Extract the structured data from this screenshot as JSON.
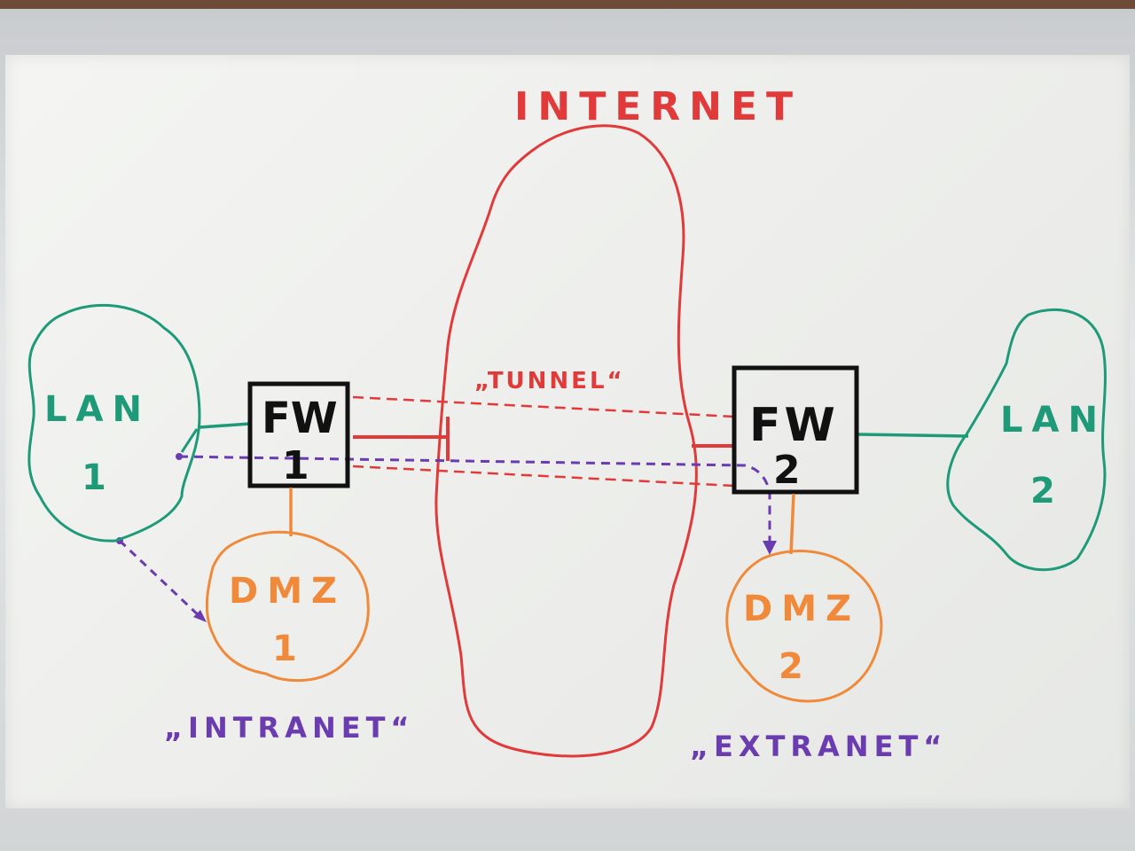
{
  "colors": {
    "internet": "#e03a3a",
    "lan": "#1e9a78",
    "dmz": "#f08a3a",
    "firewall": "#111111",
    "purple": "#6a3cb0"
  },
  "internet": {
    "label": "INTERNET"
  },
  "tunnel": {
    "label": "„TUNNEL“"
  },
  "lan1": {
    "line1": "LAN",
    "line2": "1"
  },
  "lan2": {
    "line1": "LAN",
    "line2": "2"
  },
  "fw1": {
    "line1": "FW",
    "line2": "1"
  },
  "fw2": {
    "line1": "FW",
    "line2": "2"
  },
  "dmz1": {
    "line1": "DMZ",
    "line2": "1"
  },
  "dmz2": {
    "line1": "DMZ",
    "line2": "2"
  },
  "intranet": {
    "label": "„INTRANET“"
  },
  "extranet": {
    "label": "„EXTRANET“"
  }
}
